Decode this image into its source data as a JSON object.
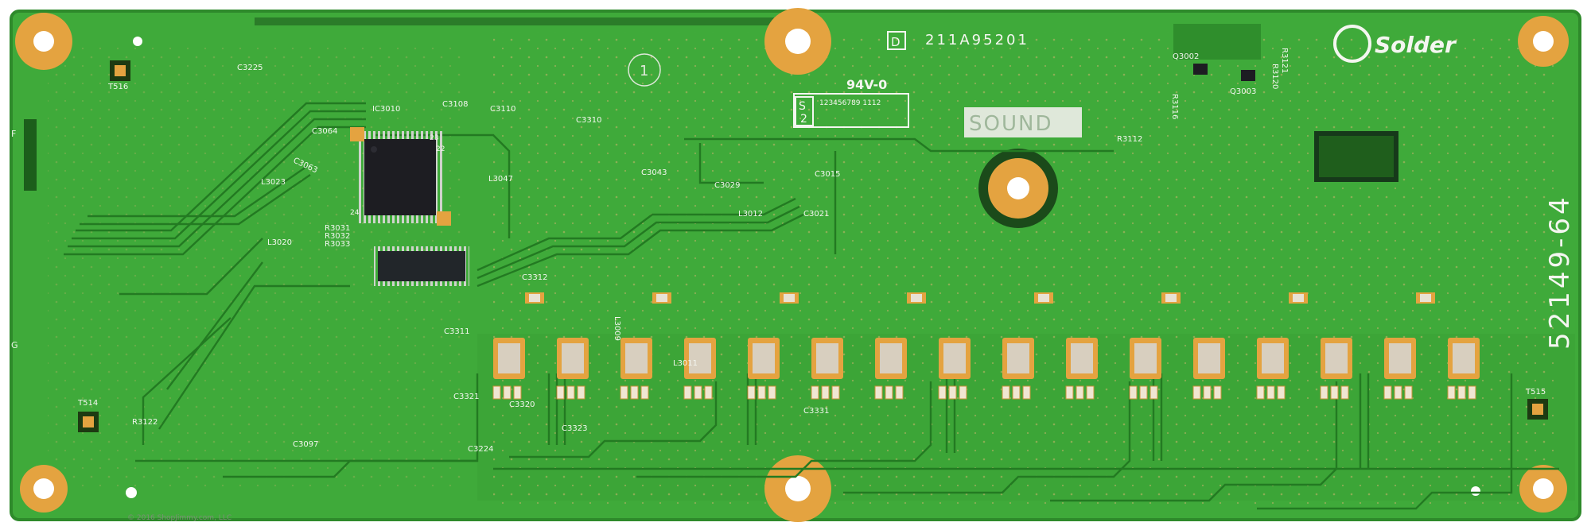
{
  "colors": {
    "background": "#ffffff",
    "board": "#3faa3a",
    "board_dark": "#2f8e2c",
    "trace": "#237a22",
    "pad_gold": "#e4a340",
    "silk": "#f4f6f0",
    "chip": "#1d1d22"
  },
  "board": {
    "part_number": "211A95201",
    "grade_marks": "94V-0",
    "d_box": "D",
    "s_box": "S",
    "s_digit": "2",
    "date_code": "123456789  1112",
    "sound_label": "SOUND",
    "solder_logo": "Solder",
    "side_number": "52149-64",
    "circle_mark": "1",
    "copyright": "© 2016 ShopJimmy.com, LLC"
  },
  "test_points": [
    "T516",
    "T514",
    "T515"
  ],
  "edge_marks": [
    "F",
    "G"
  ],
  "chip_labels": {
    "main_ic": "IC3010",
    "ic_pin_a": "23",
    "ic_pin_b": "22",
    "ic_pin_c": "24"
  },
  "component_labels": [
    {
      "id": "C3225",
      "t": "C3225"
    },
    {
      "id": "C3108",
      "t": "C3108"
    },
    {
      "id": "C3110",
      "t": "C3110"
    },
    {
      "id": "C3310",
      "t": "C3310"
    },
    {
      "id": "C3043",
      "t": "C3043"
    },
    {
      "id": "C3029",
      "t": "C3029"
    },
    {
      "id": "C3015",
      "t": "C3015"
    },
    {
      "id": "L3012",
      "t": "L3012"
    },
    {
      "id": "C3021",
      "t": "C3021"
    },
    {
      "id": "R3112",
      "t": "R3112"
    },
    {
      "id": "R3116",
      "t": "R3116"
    },
    {
      "id": "Q3002",
      "t": "Q3002"
    },
    {
      "id": "Q3003",
      "t": "Q3003"
    },
    {
      "id": "R3121",
      "t": "R3121"
    },
    {
      "id": "R3120",
      "t": "R3120"
    },
    {
      "id": "L3023",
      "t": "L3023"
    },
    {
      "id": "L3047",
      "t": "L3047"
    },
    {
      "id": "L3020",
      "t": "L3020"
    },
    {
      "id": "R3031",
      "t": "R3031"
    },
    {
      "id": "R3032",
      "t": "R3032"
    },
    {
      "id": "R3033",
      "t": "R3033"
    },
    {
      "id": "C3064",
      "t": "C3064"
    },
    {
      "id": "C3063",
      "t": "C3063"
    },
    {
      "id": "C3311",
      "t": "C3311"
    },
    {
      "id": "C3312",
      "t": "C3312"
    },
    {
      "id": "C3321",
      "t": "C3321"
    },
    {
      "id": "C3320",
      "t": "C3320"
    },
    {
      "id": "C3323",
      "t": "C3323"
    },
    {
      "id": "C3224",
      "t": "C3224"
    },
    {
      "id": "C3097",
      "t": "C3097"
    },
    {
      "id": "R3122",
      "t": "R3122"
    },
    {
      "id": "C3331",
      "t": "C3331"
    },
    {
      "id": "L3009",
      "t": "L3009"
    },
    {
      "id": "L3011",
      "t": "L3011"
    }
  ]
}
